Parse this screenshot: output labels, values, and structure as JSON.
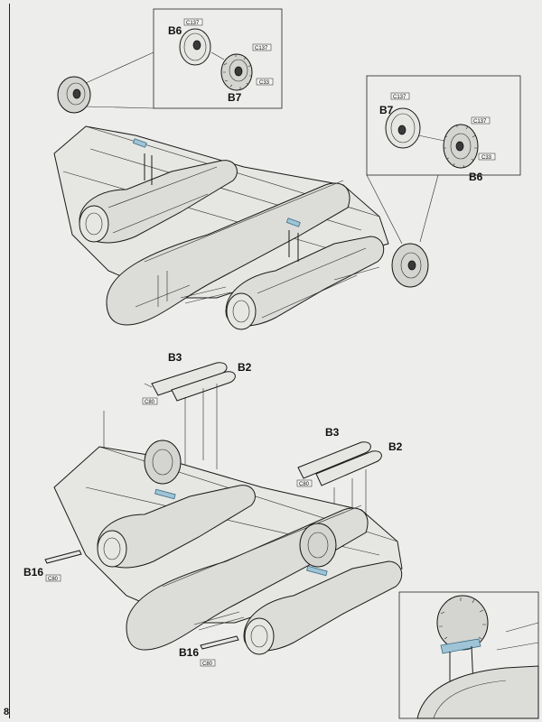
{
  "page": {
    "number": "8"
  },
  "step_top": {
    "inset_left": {
      "b6_label": "B6",
      "b7_label": "B7",
      "ref_c137_a": "C137",
      "ref_c137_b": "C137",
      "ref_c33": "C33"
    },
    "inset_right": {
      "b7_label": "B7",
      "b6_label": "B6",
      "ref_c137_a": "C137",
      "ref_c137_b": "C137",
      "ref_c33": "C33"
    }
  },
  "step_bottom": {
    "upper_b3_label": "B3",
    "upper_b2_label": "B2",
    "upper_ref_c80": "C80",
    "lower_b3_label": "B3",
    "lower_b2_label": "B2",
    "lower_ref_c80": "C80",
    "b16_left_label": "B16",
    "b16_left_ref": "C80",
    "b16_right_label": "B16",
    "b16_right_ref": "C80"
  }
}
